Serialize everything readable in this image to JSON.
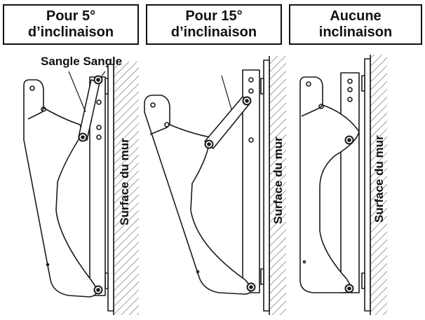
{
  "panels": [
    {
      "title_line1": "Pour 5°",
      "title_line2": "d’inclinaison",
      "wall_label": "Surface du mur"
    },
    {
      "title_line1": "Pour 15°",
      "title_line2": "d’inclinaison",
      "wall_label": "Surface du mur"
    },
    {
      "title_line1": "Aucune",
      "title_line2": "inclinaison",
      "wall_label": "Surface du mur"
    }
  ],
  "strap_label": "Sangle Sangle",
  "colors": {
    "line": "#1a1a1a",
    "hatch": "#777777",
    "background": "#ffffff"
  }
}
